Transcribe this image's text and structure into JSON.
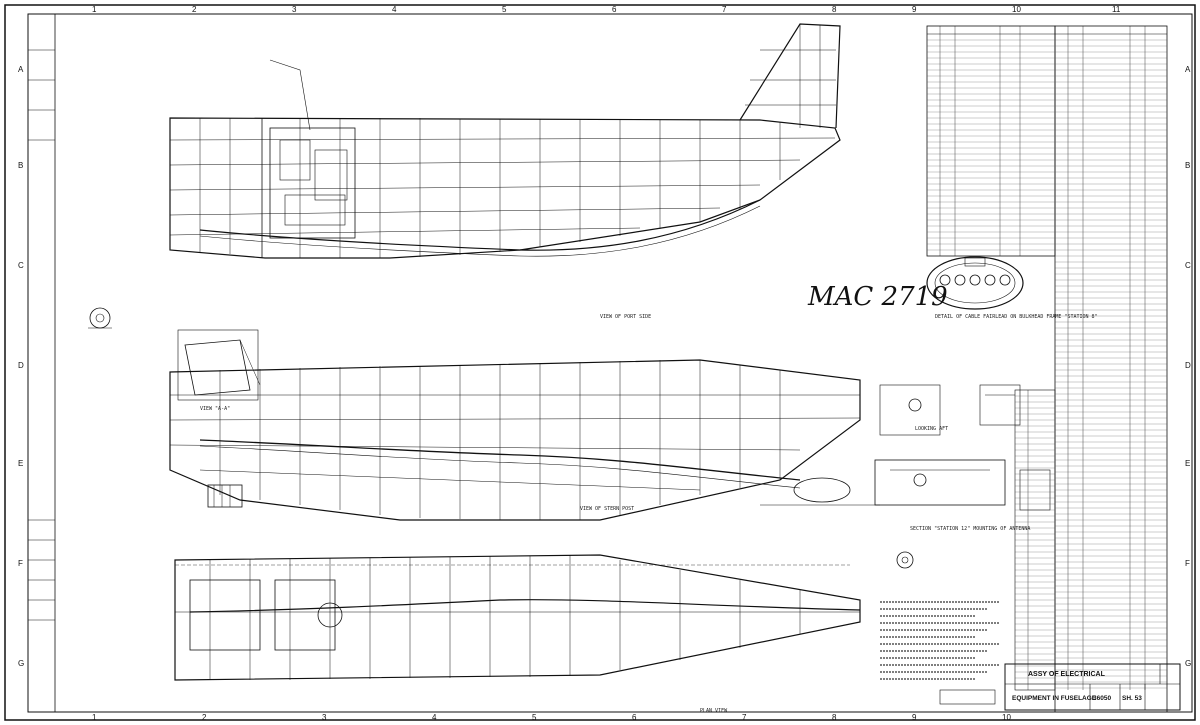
{
  "handwritten_number": "MAC 2719",
  "title_block": {
    "title_line_1": "ASSY OF ELECTRICAL",
    "title_line_2": "EQUIPMENT IN FUSELAGE",
    "drawing_number": "36050",
    "sheet": "SH. 53"
  },
  "zone_letters_left": [
    "A",
    "B",
    "C",
    "D",
    "E",
    "F",
    "G"
  ],
  "zone_letters_right": [
    "A",
    "B",
    "C",
    "D",
    "E",
    "F",
    "G"
  ],
  "zone_numbers_top": [
    "1",
    "2",
    "3",
    "4",
    "5",
    "6",
    "7",
    "8",
    "9",
    "10",
    "11"
  ],
  "zone_numbers_bottom": [
    "1",
    "2",
    "3",
    "4",
    "5",
    "6",
    "7",
    "8",
    "9",
    "10"
  ],
  "captions": {
    "view_aa": "VIEW \"A-A\"",
    "detail_cable_fairlead": "DETAIL OF CABLE FAIRLEAD ON BULKHEAD FRAME \"STATION 8\"",
    "view_stern_post": "VIEW OF STERN POST",
    "plan_view": "PLAN VIEW",
    "view_port_side": "VIEW OF PORT SIDE",
    "station_12_mounting": "SECTION \"STATION 12\" MOUNTING OF ANTENNA",
    "looking_aft": "LOOKING AFT"
  }
}
